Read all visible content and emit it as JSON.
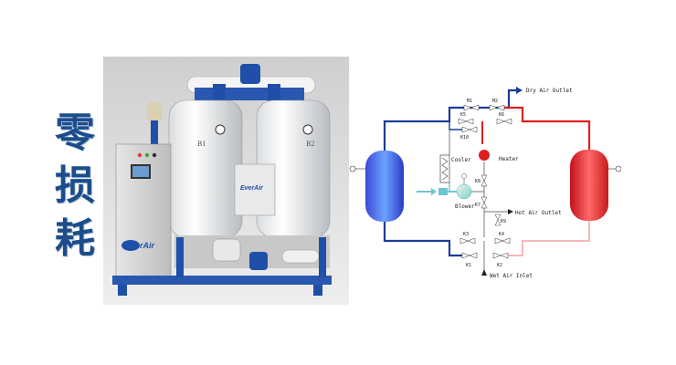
{
  "title": {
    "chars": [
      "零",
      "损",
      "耗"
    ]
  },
  "brand": {
    "logo": "EverAir"
  },
  "photo": {
    "tower_left_label": "B1",
    "tower_right_label": "B2"
  },
  "diagram": {
    "labels": {
      "dry_air_outlet": "Dry Air Outlet",
      "hot_air_outlet": "Hot Air Outlet",
      "wet_air_inlet": "Wet Air Inlet",
      "heater": "Heater",
      "cooler": "Cooler",
      "blower": "Blower"
    },
    "valves": {
      "k1": "K1",
      "k2": "K2",
      "k3": "K3",
      "k4": "K4",
      "k5": "K5",
      "k6": "K6",
      "k7": "K7",
      "k8": "K8",
      "k9": "K9",
      "k10": "K10",
      "m1": "M1",
      "m2": "M2"
    },
    "colors": {
      "cold": "#1e3a9a",
      "hot": "#e0201c",
      "cool_air": "#6cc6d4",
      "hot_air_pale": "#f5b8b8"
    }
  }
}
